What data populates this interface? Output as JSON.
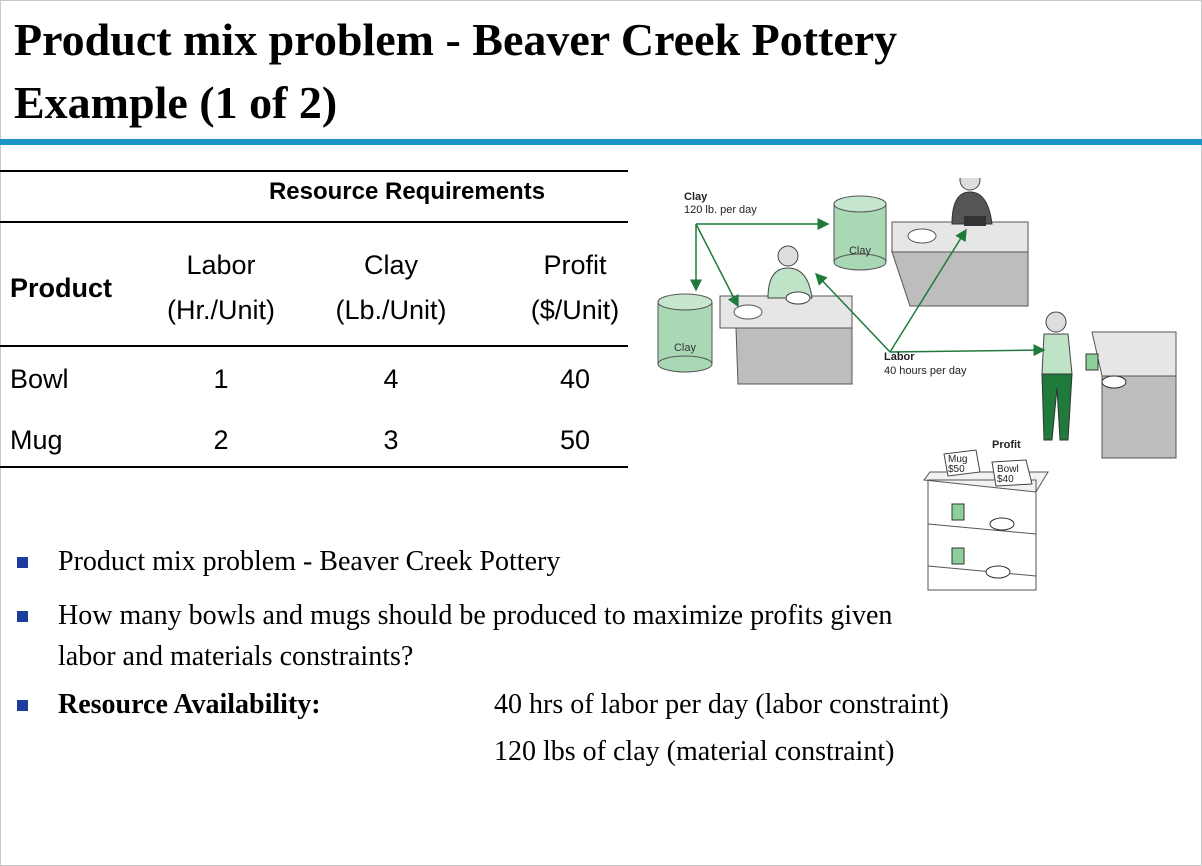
{
  "slide": {
    "title_line1": "Product mix problem - Beaver Creek Pottery",
    "title_line2": "Example (1 of 2)"
  },
  "table": {
    "group_header": "Resource Requirements",
    "row_header": "Product",
    "columns": [
      {
        "name": "Labor",
        "unit": "(Hr./Unit)"
      },
      {
        "name": "Clay",
        "unit": "(Lb./Unit)"
      },
      {
        "name": "Profit",
        "unit": "($/Unit)"
      }
    ],
    "rows": [
      {
        "product": "Bowl",
        "values": [
          "1",
          "4",
          "40"
        ]
      },
      {
        "product": "Mug",
        "values": [
          "2",
          "3",
          "50"
        ]
      }
    ]
  },
  "illustration": {
    "clay_label": "Clay",
    "clay_amount": "120 lb. per day",
    "clay_bin_a": "Clay",
    "clay_bin_b": "Clay",
    "labor_label": "Labor",
    "labor_amount": "40 hours per day",
    "profit_label": "Profit",
    "mug_tag_name": "Mug",
    "mug_tag_price": "$50",
    "bowl_tag_name": "Bowl",
    "bowl_tag_price": "$40"
  },
  "bullets": {
    "item1": "Product mix problem - Beaver Creek Pottery",
    "item2_line1": "How many bowls and mugs should be produced to maximize profits given",
    "item2_line2": "labor and materials constraints?",
    "item3_label": "Resource Availability:",
    "item3_value1": "40 hrs of labor per day (labor constraint)",
    "item3_value2": "120 lbs of clay (material constraint)"
  },
  "colors": {
    "title_rule": "#1a94c9",
    "bullet": "#1c3d9e",
    "arrow_green": "#1f7a3c",
    "bin_green": "#a9d8b4"
  }
}
